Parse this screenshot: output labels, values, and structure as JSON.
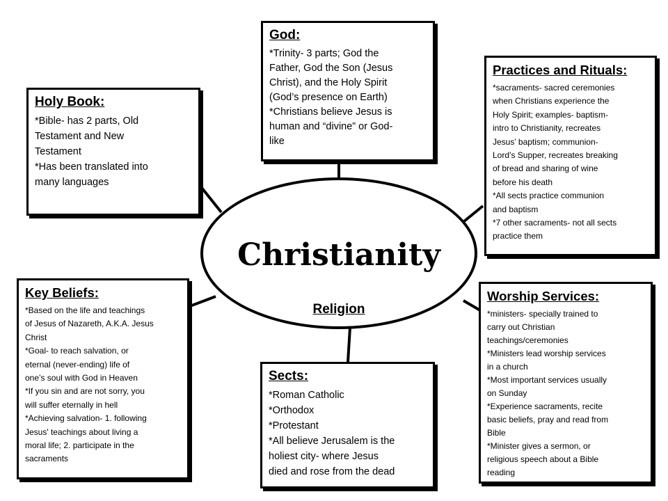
{
  "center": {
    "title": "Christianity",
    "subtitle": "Religion"
  },
  "boxes": {
    "god": {
      "title": "God:",
      "lines": [
        "*Trinity- 3 parts; God the",
        "Father, God the Son (Jesus",
        "Christ), and the Holy Spirit",
        "(God’s presence on Earth)",
        "*Christians believe Jesus is",
        "human and “divine” or God-",
        "like"
      ]
    },
    "holy_book": {
      "title": "Holy Book:",
      "lines": [
        "*Bible- has 2 parts, Old",
        "Testament and New",
        "Testament",
        "*Has been translated into",
        "many languages"
      ]
    },
    "practices": {
      "title": "Practices and Rituals:",
      "lines": [
        "*sacraments- sacred ceremonies",
        "when Christians experience the",
        "Holy Spirit; examples- baptism-",
        "intro to Christianity, recreates",
        "Jesus’ baptism; communion-",
        "Lord’s Supper, recreates breaking",
        "of bread and sharing of wine",
        "before his death",
        "*All sects practice communion",
        "and baptism",
        "*7 other sacraments- not all sects",
        "practice them"
      ]
    },
    "key_beliefs": {
      "title": "Key Beliefs:",
      "lines": [
        "*Based on the life and teachings",
        "of Jesus of Nazareth, A.K.A. Jesus",
        "Christ",
        "*Goal- to reach salvation, or",
        "eternal (never-ending) life of",
        "one’s soul with God in Heaven",
        "*If you sin and are not sorry, you",
        "will suffer eternally in hell",
        "*Achieving salvation- 1. following",
        "Jesus' teachings about living a",
        "moral life; 2. participate in the",
        "sacraments"
      ]
    },
    "worship": {
      "title": "Worship Services:",
      "lines": [
        "*ministers- specially trained to",
        "carry out Christian",
        "teachings/ceremonies",
        "*Ministers lead worship services",
        "in a church",
        "*Most important services usually",
        "on Sunday",
        "*Experience sacraments, recite",
        "basic beliefs, pray and read from",
        "Bible",
        "*Minister gives a sermon, or",
        "religious speech about a Bible",
        "reading"
      ]
    },
    "sects": {
      "title": "Sects:",
      "lines": [
        "*Roman Catholic",
        "*Orthodox",
        "*Protestant",
        "*All believe Jerusalem is the",
        "holiest city- where Jesus",
        "died and rose from the dead"
      ]
    }
  }
}
